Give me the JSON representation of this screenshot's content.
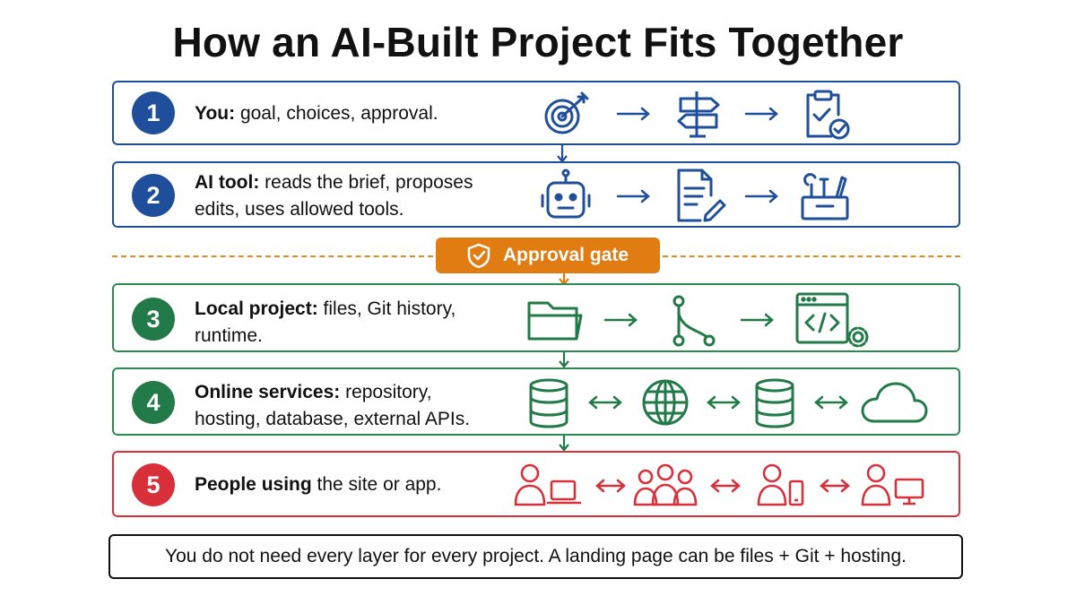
{
  "title": "How an AI-Built Project Fits Together",
  "layers": [
    {
      "number": "1",
      "label": "You:",
      "text": " goal, choices, approval.",
      "text_line2": "",
      "icons": [
        "target-icon",
        "arrow-right-icon",
        "signpost-icon",
        "arrow-right-icon",
        "clipboard-check-icon"
      ]
    },
    {
      "number": "2",
      "label": "AI tool:",
      "text": " reads the brief, proposes",
      "text_line2": "edits, uses allowed tools.",
      "icons": [
        "robot-icon",
        "arrow-right-icon",
        "document-edit-icon",
        "arrow-right-icon",
        "toolbox-icon"
      ]
    },
    {
      "number": "3",
      "label": "Local project:",
      "text": " files, Git history,",
      "text_line2": "runtime.",
      "icons": [
        "folder-icon",
        "arrow-right-icon",
        "git-branch-icon",
        "arrow-right-icon",
        "code-window-gear-icon"
      ]
    },
    {
      "number": "4",
      "label": "Online services:",
      "text": " repository,",
      "text_line2": "hosting, database, external APIs.",
      "icons": [
        "database-icon",
        "double-arrow-icon",
        "globe-icon",
        "double-arrow-icon",
        "database-icon",
        "double-arrow-icon",
        "cloud-icon"
      ]
    },
    {
      "number": "5",
      "label": "People using",
      "text": " the site or app.",
      "text_line2": "",
      "icons": [
        "person-laptop-icon",
        "double-arrow-icon",
        "group-icon",
        "double-arrow-icon",
        "person-phone-icon",
        "double-arrow-icon",
        "person-monitor-icon"
      ]
    }
  ],
  "approval_gate": {
    "label": "Approval gate",
    "icon": "shield-check-icon"
  },
  "footer": "You do not need every layer for every project. A landing page can be files + Git + hosting.",
  "colors": {
    "blue": "#1f4f9a",
    "green": "#217a47",
    "red": "#d8303a",
    "orange": "#e07c12"
  }
}
